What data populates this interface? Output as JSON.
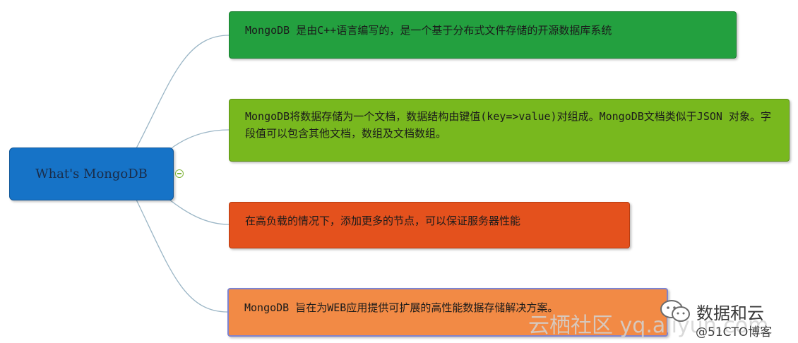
{
  "root": {
    "label": "What's MongoDB"
  },
  "branches": [
    {
      "text": "MongoDB 是由C++语言编写的，是一个基于分布式文件存储的开源数据库系统",
      "color": "#23a03f"
    },
    {
      "text": "MongoDB将数据存储为一个文档，数据结构由键值(key=>value)对组成。MongoDB文档类似于JSON 对象。字段值可以包含其他文档，数组及文档数组。",
      "color": "#78b81e"
    },
    {
      "text": "在高负载的情况下，添加更多的节点，可以保证服务器性能",
      "color": "#e4511d"
    },
    {
      "text": "MongoDB 旨在为WEB应用提供可扩展的高性能数据存储解决方案。",
      "color": "#f28a45"
    }
  ],
  "watermarks": {
    "account_name": "数据和云",
    "yunqi": "云栖社区 yq.aliyun.com",
    "cto": "@51CTO博客"
  },
  "colors": {
    "root": "#1673c7",
    "connector": "#9bb6c6"
  }
}
